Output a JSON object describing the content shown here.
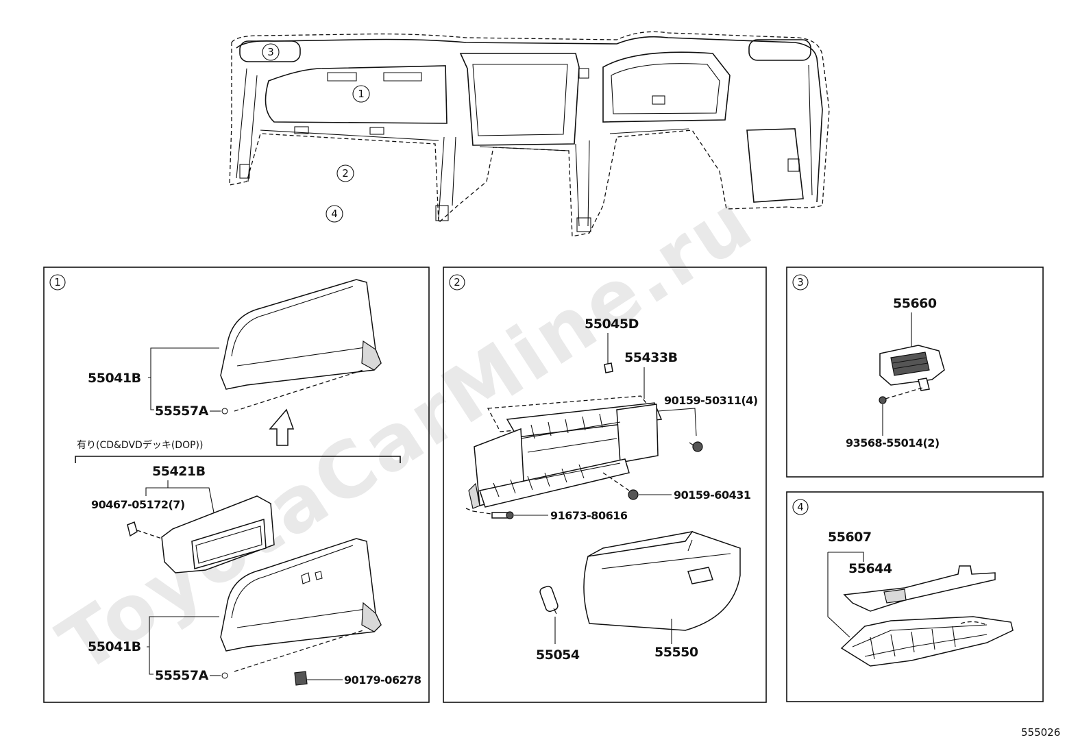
{
  "diagram_code": "555026",
  "watermark": "ToyotaCarMine.ru",
  "overview": {
    "callouts": [
      "1",
      "2",
      "3",
      "4"
    ]
  },
  "panels": {
    "p1": {
      "number": "1",
      "label_55041B_top": "55041B",
      "label_55557A_top": "55557A",
      "option_note": "有り(CD&DVDデッキ(DOP))",
      "label_55421B": "55421B",
      "label_90467": "90467-05172(7)",
      "label_55041B_bottom": "55041B",
      "label_55557A_bottom": "55557A",
      "label_90179": "90179-06278"
    },
    "p2": {
      "number": "2",
      "label_55045D": "55045D",
      "label_55433B": "55433B",
      "label_90159_50311": "90159-50311(4)",
      "label_90159_60431": "90159-60431",
      "label_91673": "91673-80616",
      "label_55054": "55054",
      "label_55550": "55550"
    },
    "p3": {
      "number": "3",
      "label_55660": "55660",
      "label_93568": "93568-55014(2)"
    },
    "p4": {
      "number": "4",
      "label_55607": "55607",
      "label_55644": "55644"
    }
  }
}
